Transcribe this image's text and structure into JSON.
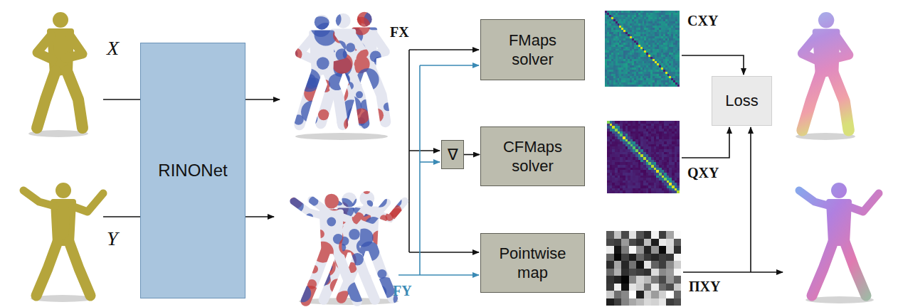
{
  "diagram": {
    "nodes": [
      {
        "text": [
          "RINONet"
        ]
      },
      {
        "text": [
          "FMaps solver"
        ]
      },
      {
        "text": [
          "∇"
        ]
      },
      {
        "text": [
          "CFMaps solver"
        ]
      },
      {
        "text": [
          "Pointwise map"
        ]
      },
      {
        "text": [
          "Loss"
        ]
      }
    ],
    "edges": [
      {
        "from": 2,
        "to": 3,
        "arrow": "to"
      }
    ],
    "labels": [
      "X",
      "Y",
      "FX",
      "FY",
      "CXY",
      "QXY",
      "ΠXY"
    ]
  }
}
